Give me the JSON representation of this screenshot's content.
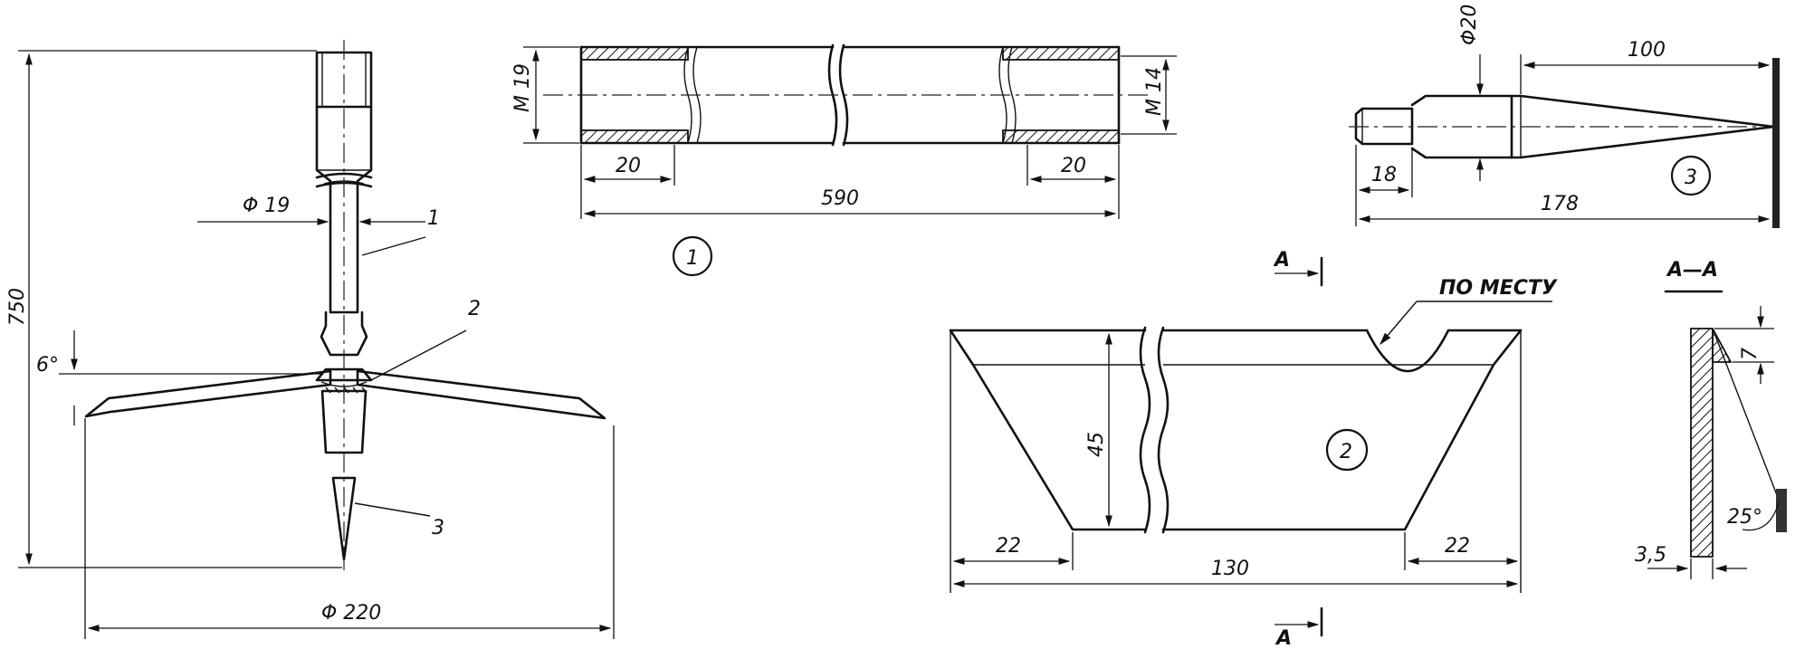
{
  "main_view": {
    "dim_height": "750",
    "dim_diameter_handle": "Φ 19",
    "dim_angle": "6°",
    "dim_span": "Φ 220",
    "leader_1": "1",
    "leader_2": "2",
    "leader_3": "3"
  },
  "part1": {
    "label": "1",
    "dim_thread_left": "M 19",
    "dim_thread_right": "M 14",
    "dim_left_len": "20",
    "dim_right_len": "20",
    "dim_total": "590"
  },
  "part3": {
    "label": "3",
    "dim_diameter": "Φ20",
    "dim_tip_len": "100",
    "dim_thread_len": "18",
    "dim_total": "178"
  },
  "part2": {
    "label": "2",
    "note": "ПО МЕСТУ",
    "dim_height": "45",
    "dim_left": "22",
    "dim_right": "22",
    "dim_bottom": "130",
    "section_mark_top": "А",
    "section_mark_bottom": "А"
  },
  "section_aa": {
    "title": "А—А",
    "dim_top": "7",
    "dim_angle": "25°",
    "dim_thickness": "3,5"
  }
}
